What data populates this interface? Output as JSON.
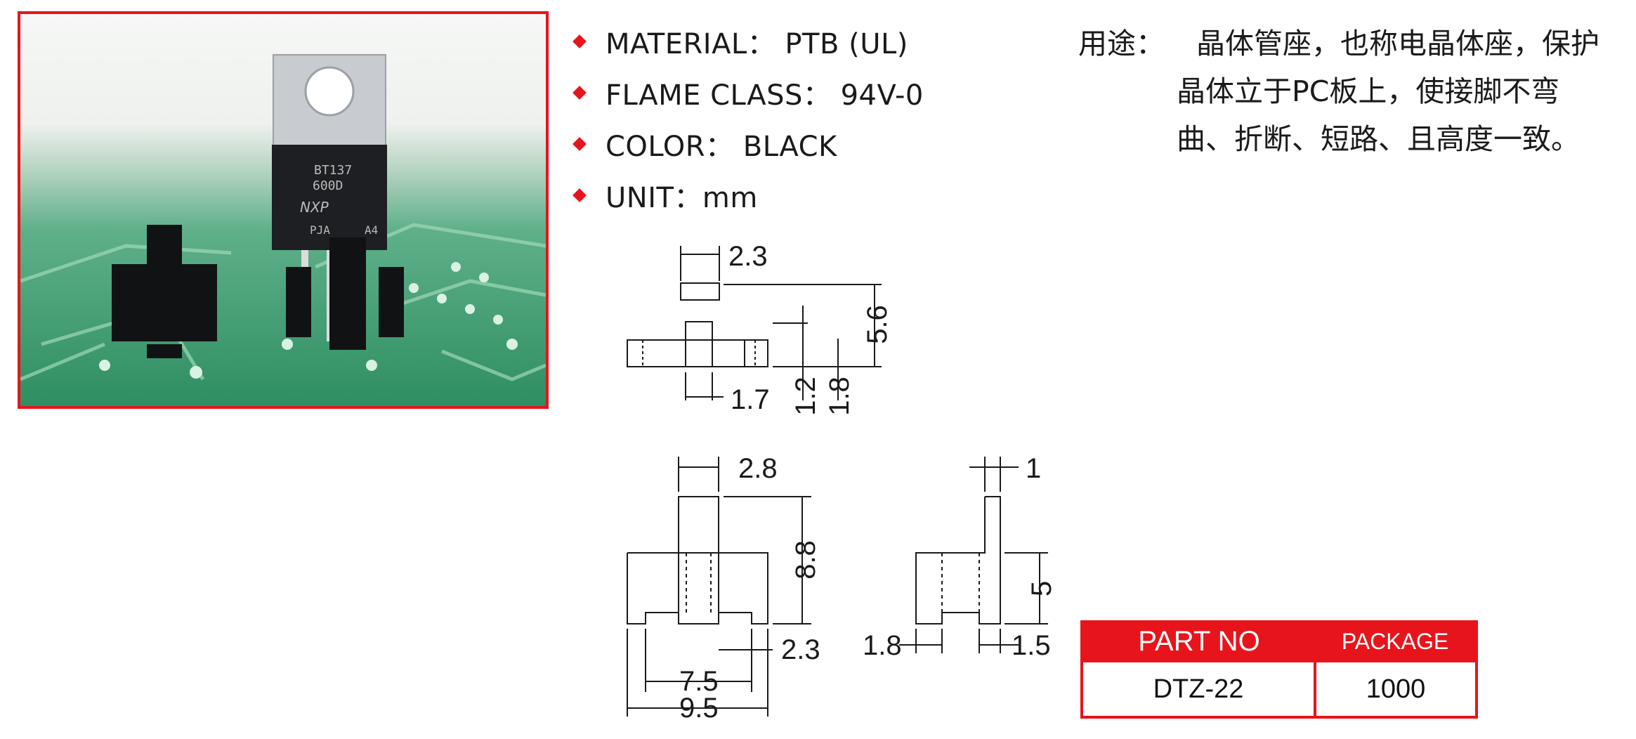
{
  "photo": {
    "chip_marking_line1": "BT137",
    "chip_marking_line2": "600D",
    "chip_marking_line3": "NXP",
    "chip_marking_line4": "PJA",
    "chip_marking_line5": "A4",
    "frame_color": "#e8141c"
  },
  "specs": [
    {
      "text": "MATERIAL： PTB (UL)"
    },
    {
      "text": "FLAME CLASS： 94V-0"
    },
    {
      "text": "COLOR： BLACK"
    },
    {
      "text": "UNIT：mm"
    }
  ],
  "usage": {
    "label": "用途：",
    "line1": "晶体管座，也称电晶体座，保护",
    "line2": "晶体立于PC板上，使接脚不弯",
    "line3": "曲、折断、短路、且高度一致。"
  },
  "dimensions": {
    "top_view": {
      "width_top": "2.3",
      "height_total": "5.6",
      "leg_width": "1.7",
      "h1": "1.2",
      "h2": "1.8"
    },
    "front_view": {
      "width_top": "2.8",
      "height": "8.8",
      "slot": "2.3",
      "inner": "7.5",
      "outer": "9.5"
    },
    "side_view": {
      "top": "1",
      "height": "5",
      "left": "1.8",
      "right": "1.5"
    }
  },
  "table": {
    "headers": [
      "PART NO",
      "PACKAGE"
    ],
    "rows": [
      [
        "DTZ-22",
        "1000"
      ]
    ]
  },
  "colors": {
    "accent": "#e8141c"
  }
}
